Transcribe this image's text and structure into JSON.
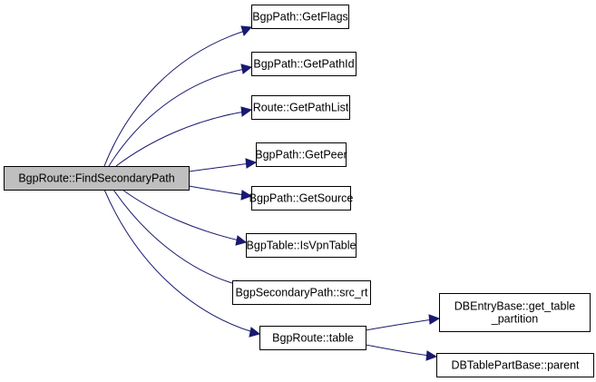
{
  "diagram": {
    "colors": {
      "node_fill": "#ffffff",
      "root_fill": "#bfbfbf",
      "node_border": "#000000",
      "edge": "#191970",
      "text": "#000000"
    },
    "nodes": [
      {
        "id": "find_secondary_path",
        "lines": [
          "BgpRoute::FindSecondaryPath"
        ],
        "root": true
      },
      {
        "id": "get_flags",
        "lines": [
          "BgpPath::GetFlags"
        ]
      },
      {
        "id": "get_path_id",
        "lines": [
          "BgpPath::GetPathId"
        ]
      },
      {
        "id": "get_path_list",
        "lines": [
          "Route::GetPathList"
        ]
      },
      {
        "id": "get_peer",
        "lines": [
          "BgpPath::GetPeer"
        ]
      },
      {
        "id": "get_source",
        "lines": [
          "BgpPath::GetSource"
        ]
      },
      {
        "id": "is_vpn_table",
        "lines": [
          "BgpTable::IsVpnTable"
        ]
      },
      {
        "id": "src_rt",
        "lines": [
          "BgpSecondaryPath::src_rt"
        ]
      },
      {
        "id": "table",
        "lines": [
          "BgpRoute::table"
        ]
      },
      {
        "id": "get_table_partition",
        "lines": [
          "DBEntryBase::get_table",
          "_partition"
        ]
      },
      {
        "id": "parent",
        "lines": [
          "DBTablePartBase::parent"
        ]
      }
    ],
    "edges": [
      {
        "from": "find_secondary_path",
        "to": "get_flags"
      },
      {
        "from": "find_secondary_path",
        "to": "get_path_id"
      },
      {
        "from": "find_secondary_path",
        "to": "get_path_list"
      },
      {
        "from": "find_secondary_path",
        "to": "get_peer"
      },
      {
        "from": "find_secondary_path",
        "to": "get_source"
      },
      {
        "from": "find_secondary_path",
        "to": "is_vpn_table"
      },
      {
        "from": "find_secondary_path",
        "to": "src_rt"
      },
      {
        "from": "find_secondary_path",
        "to": "table"
      },
      {
        "from": "table",
        "to": "get_table_partition"
      },
      {
        "from": "table",
        "to": "parent"
      }
    ]
  }
}
